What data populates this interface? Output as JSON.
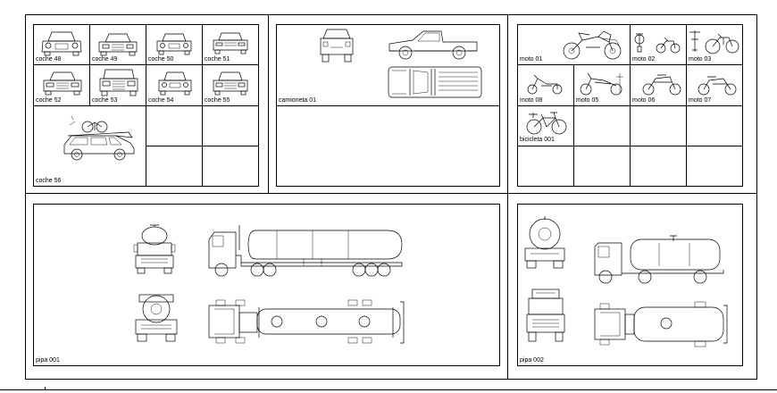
{
  "labels": {
    "coche48": "coche 48",
    "coche49": "coche 49",
    "coche50": "coche 50",
    "coche51": "coche 51",
    "coche52": "coche 52",
    "coche53": "coche 53",
    "coche54": "coche 54",
    "coche55": "coche 55",
    "coche56": "coche 56",
    "camioneta01": "camioneta 01",
    "moto01": "moto 01",
    "moto02": "moto 02",
    "moto03": "moto 03",
    "moto08": "moto 08",
    "moto05": "moto 05",
    "moto06": "moto 06",
    "moto07": "moto 07",
    "bicicleta001": "bicicleta 001",
    "pipa001": "pipa 001",
    "pipa002": "pipa 002"
  },
  "colors": {
    "line": "#000000",
    "background": "#ffffff"
  }
}
